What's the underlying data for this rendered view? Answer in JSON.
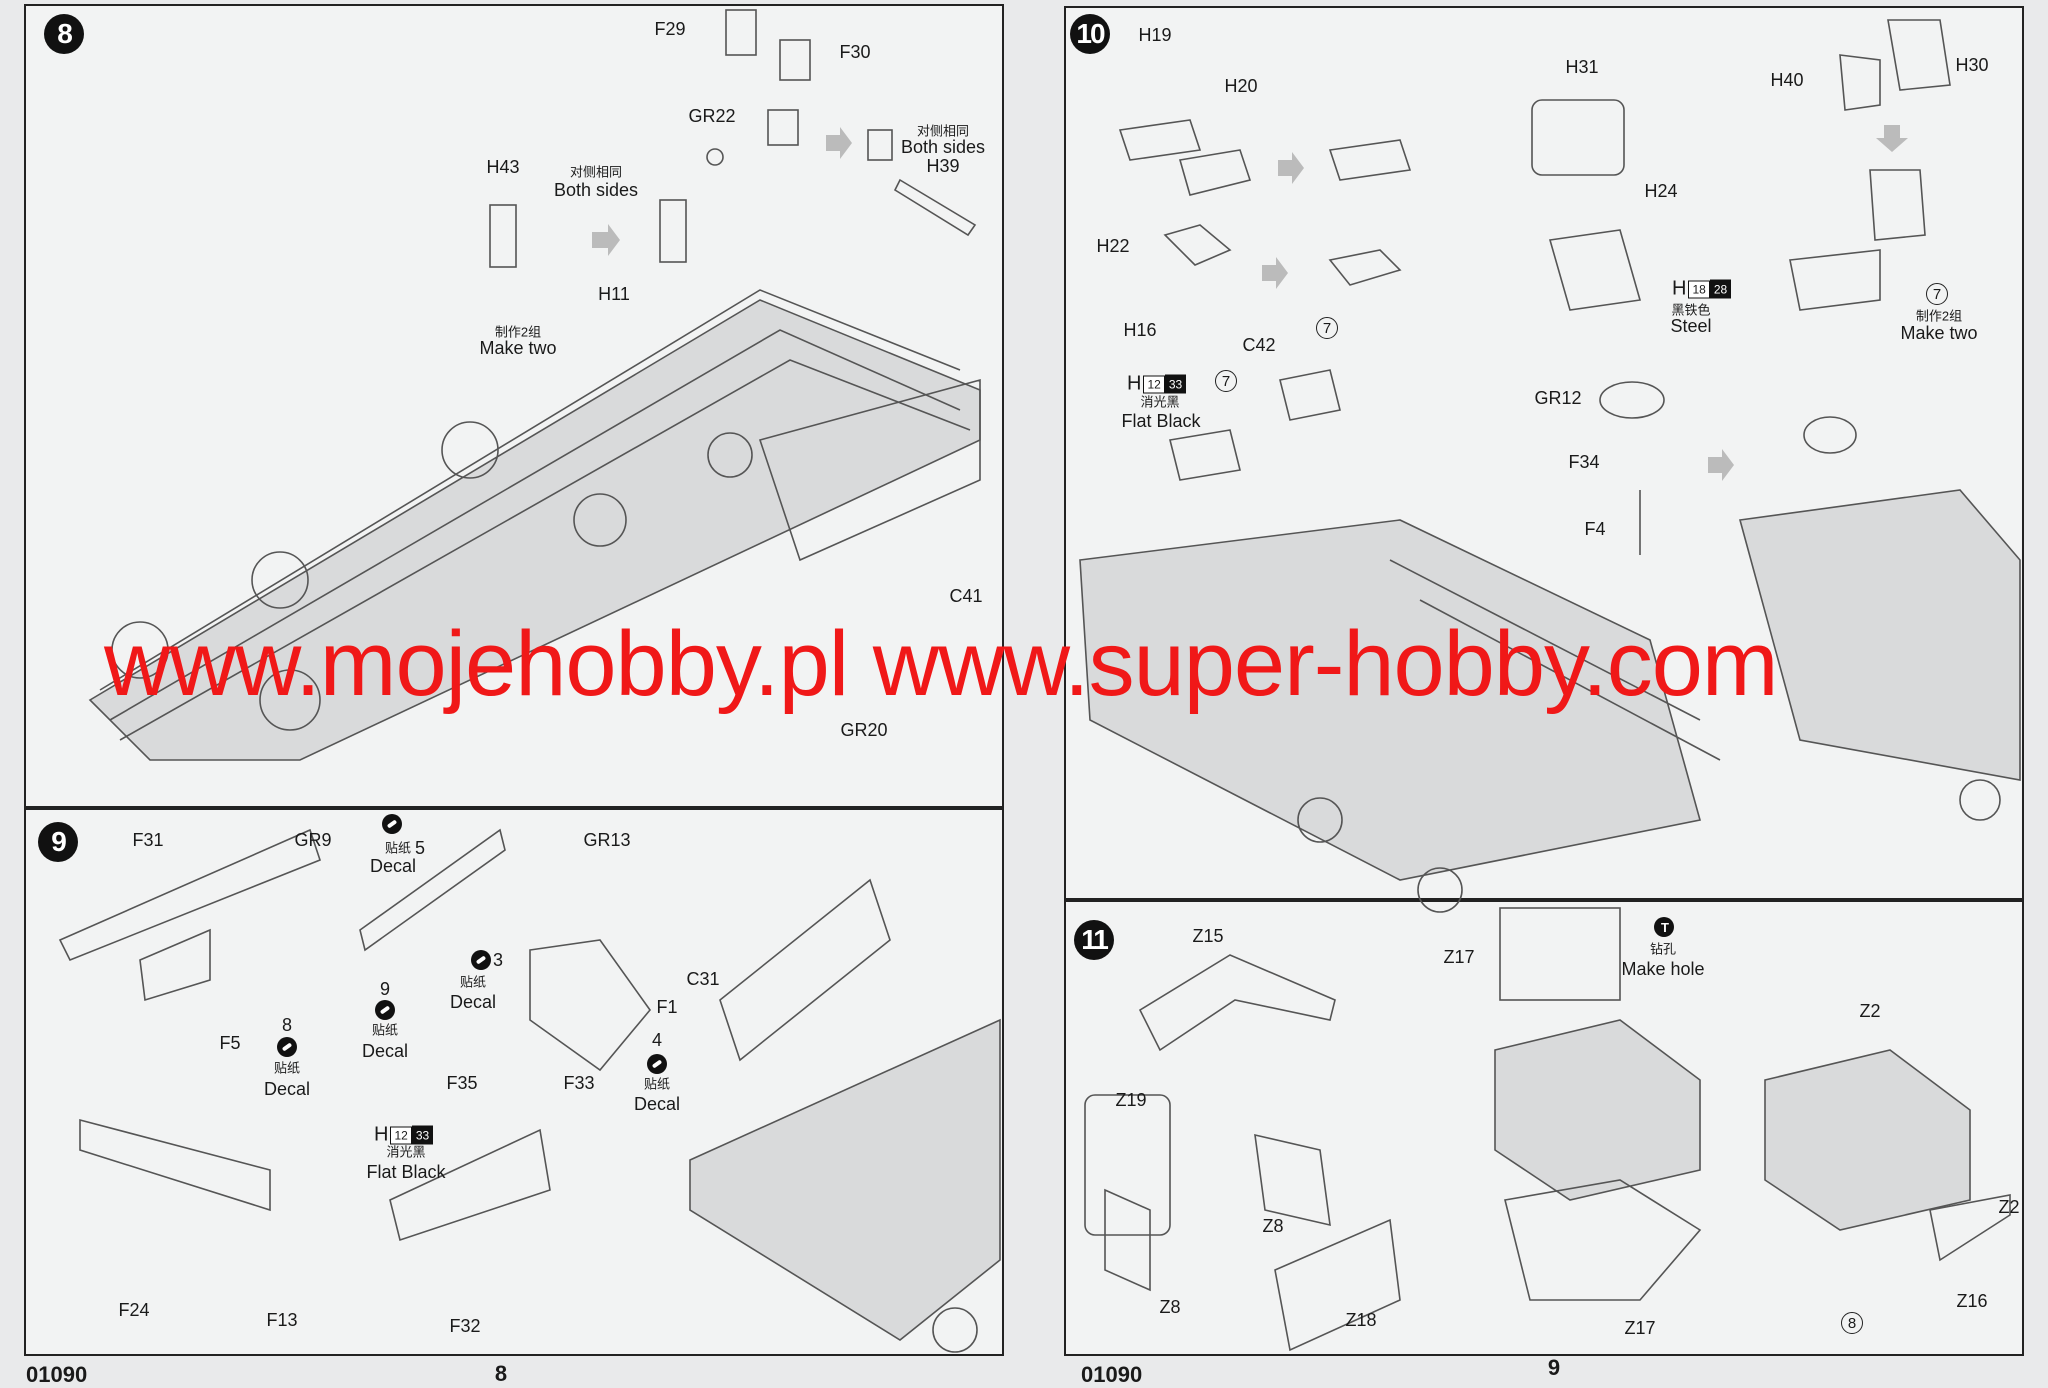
{
  "pages": {
    "left": {
      "code": "01090",
      "number": "8"
    },
    "right": {
      "code": "01090",
      "number": "9"
    }
  },
  "watermark": "www.mojehobby.pl www.super-hobby.com",
  "steps": {
    "s8": {
      "number": "8",
      "labels": [
        "F29",
        "F30",
        "GR22",
        "对侧相同",
        "Both sides",
        "H39",
        "H43",
        "对侧相同",
        "Both sides",
        "H11",
        "制作2组",
        "Make two",
        "C41",
        "GR20"
      ]
    },
    "s9": {
      "number": "9",
      "labels": [
        "F31",
        "GR9",
        "贴纸",
        "5",
        "Decal",
        "9",
        "贴纸",
        "Decal",
        "3",
        "贴纸",
        "Decal",
        "GR13",
        "F1",
        "4",
        "贴纸",
        "Decal",
        "F5",
        "8",
        "贴纸",
        "Decal",
        "C31",
        "F35",
        "F33",
        "消光黑",
        "Flat Black",
        "F24",
        "F13",
        "F32"
      ],
      "paint": {
        "prefix": "H",
        "codes": [
          "12",
          "33"
        ]
      }
    },
    "s10": {
      "number": "10",
      "labels": [
        "H19",
        "H20",
        "H31",
        "H40",
        "H30",
        "H24",
        "H22",
        "黑铁色",
        "Steel",
        "制作2组",
        "Make two",
        "H16",
        "C42",
        "消光黑",
        "Flat Black",
        "GR12",
        "F34",
        "F4"
      ],
      "circled": [
        "7",
        "7",
        "7"
      ],
      "paint1": {
        "prefix": "H",
        "codes": [
          "18",
          "28"
        ]
      },
      "paint2": {
        "prefix": "H",
        "codes": [
          "12",
          "33"
        ]
      }
    },
    "s11": {
      "number": "11",
      "labels": [
        "Z15",
        "Z17",
        "钻孔",
        "Make hole",
        "Z2",
        "Z19",
        "Z8",
        "Z2",
        "Z8",
        "Z18",
        "Z17",
        "Z16"
      ],
      "circled": [
        "8"
      ],
      "tool_icon": "T"
    }
  }
}
